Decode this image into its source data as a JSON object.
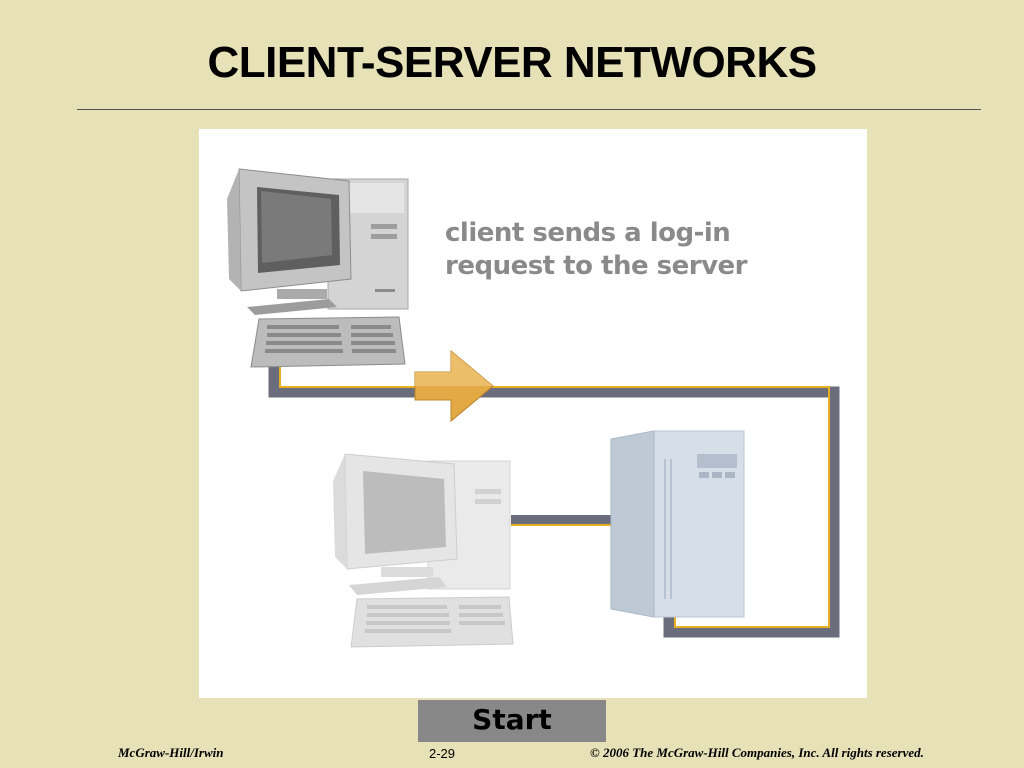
{
  "slide": {
    "title": "CLIENT-SERVER NETWORKS"
  },
  "diagram": {
    "caption_line1": "client sends a log-in",
    "caption_line2": "request to the server",
    "colors": {
      "cable": "#6b6d7c",
      "cable_highlight": "#e8b020",
      "arrow": "#e3a944",
      "client_active": "#c9c9c9",
      "client_faded": "#dcdcdc",
      "server": "#d3dce6"
    },
    "icons": [
      "client-computer-icon",
      "faded-client-computer-icon",
      "server-tower-icon",
      "request-arrow-icon"
    ]
  },
  "controls": {
    "start_label": "Start"
  },
  "footer": {
    "publisher": "McGraw-Hill/Irwin",
    "page_number": "2-29",
    "copyright": "© 2006  The McGraw-Hill Companies, Inc. All rights reserved."
  }
}
